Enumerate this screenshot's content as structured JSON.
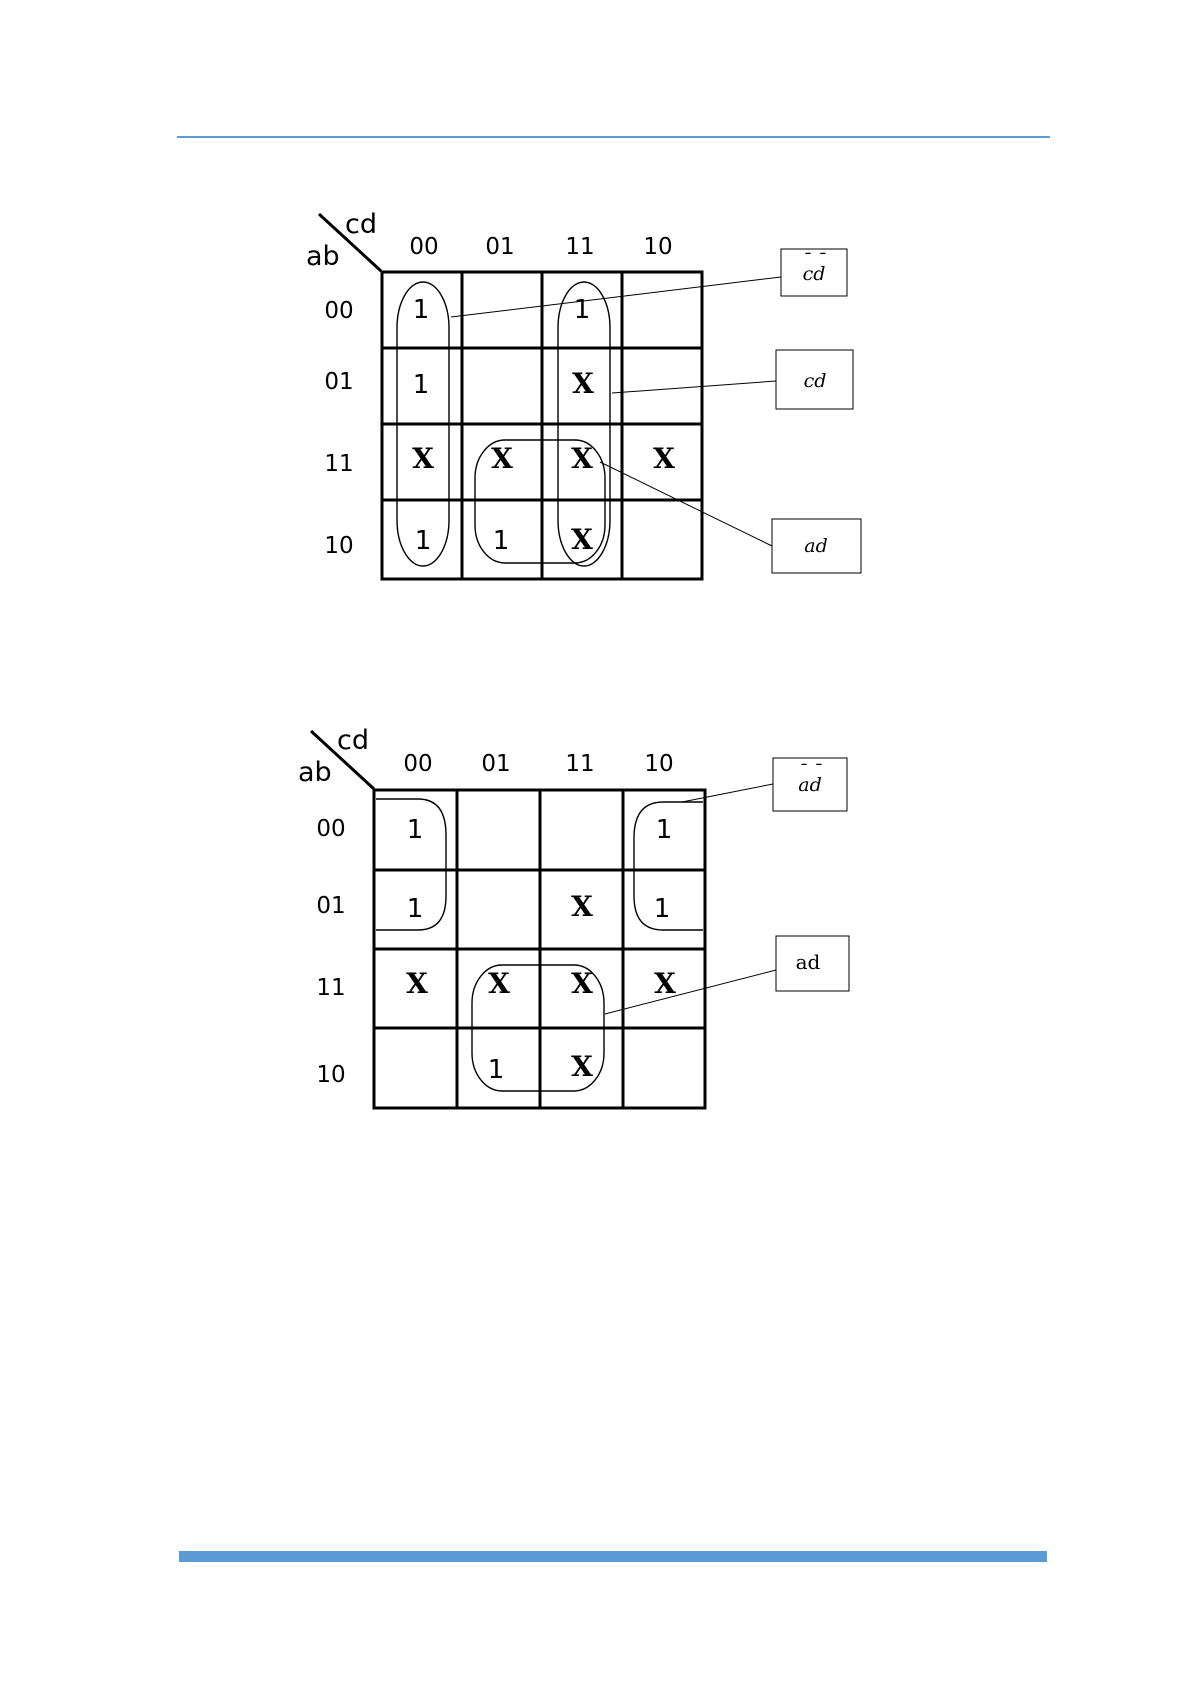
{
  "header_rule_color": "#5b9bd5",
  "footer_rule_color": "#5b9bd5",
  "kmaps": [
    {
      "row_var": "ab",
      "col_var": "cd",
      "col_labels": [
        "00",
        "01",
        "11",
        "10"
      ],
      "row_labels": [
        "00",
        "01",
        "11",
        "10"
      ],
      "cells": [
        [
          "1",
          "",
          "1",
          ""
        ],
        [
          "1",
          "",
          "X",
          ""
        ],
        [
          "X",
          "X",
          "X",
          "X"
        ],
        [
          "1",
          "1",
          "X",
          ""
        ]
      ],
      "term_labels": [
        {
          "base": "cd",
          "bar": "¯ ¯"
        },
        {
          "base": "cd",
          "bar": ""
        },
        {
          "base": "ad",
          "bar": ""
        }
      ]
    },
    {
      "row_var": "ab",
      "col_var": "cd",
      "col_labels": [
        "00",
        "01",
        "11",
        "10"
      ],
      "row_labels": [
        "00",
        "01",
        "11",
        "10"
      ],
      "cells": [
        [
          "1",
          "",
          "",
          "1"
        ],
        [
          "1",
          "",
          "X",
          "1"
        ],
        [
          "X",
          "X",
          "X",
          "X"
        ],
        [
          "",
          "1",
          "X",
          ""
        ]
      ],
      "term_labels": [
        {
          "base": "ad",
          "bar": "¯ ¯"
        },
        {
          "base": "ad",
          "bar": ""
        }
      ]
    }
  ]
}
